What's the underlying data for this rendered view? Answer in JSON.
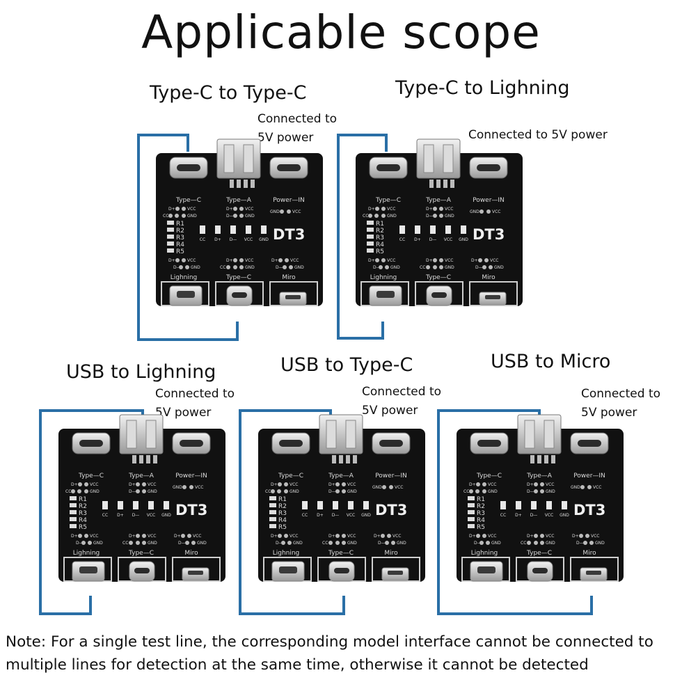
{
  "title": "Applicable scope",
  "board": {
    "port_labels": {
      "type_c": "Type—C",
      "type_a": "Type—A",
      "power_in": "Power—IN",
      "lighning": "Lighning",
      "type_c_bottom": "Type—C",
      "miro": "Miro"
    },
    "pins": {
      "d_plus": "D+",
      "d_minus": "D—",
      "vcc": "VCC",
      "gnd": "GND",
      "cc": "CC"
    },
    "resistors": [
      "R1",
      "R2",
      "R3",
      "R4",
      "R5"
    ],
    "leds": [
      "CC",
      "D+",
      "D—",
      "VCC",
      "GND"
    ],
    "model": "DT3"
  },
  "cases": [
    {
      "title": "Type-C to Type-C",
      "connected": [
        "Connected to",
        "5V power"
      ]
    },
    {
      "title": "Type-C to Lighning",
      "connected": [
        "Connected to 5V power"
      ]
    },
    {
      "title": "USB to Lighning",
      "connected": [
        "Connected to",
        "5V power"
      ]
    },
    {
      "title": "USB to Type-C",
      "connected": [
        "Connected to",
        "5V power"
      ]
    },
    {
      "title": "USB to Micro",
      "connected": [
        "Connected to",
        "5V power"
      ]
    }
  ],
  "note": "Note: For a single test line, the corresponding model interface cannot be connected to multiple lines for detection at the same time, otherwise it cannot be detected",
  "colors": {
    "board": "#111111",
    "cable": "#2a6fa6",
    "text": "#111111",
    "silk": "#dcdcdc"
  }
}
